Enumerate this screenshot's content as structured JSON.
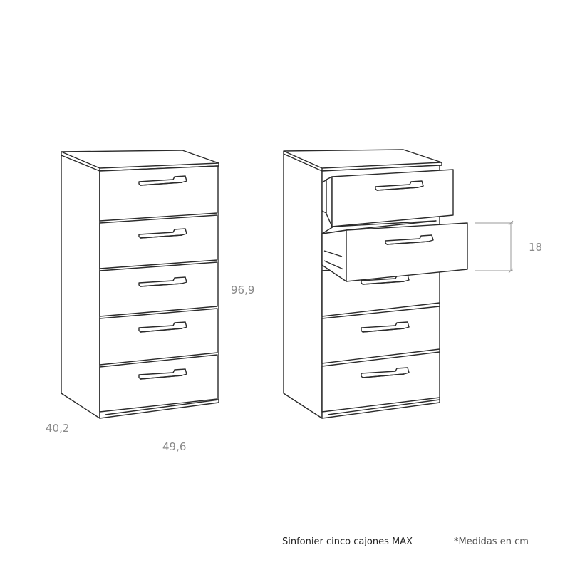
{
  "dimensions": {
    "height": "96,9",
    "width": "49,6",
    "depth": "40,2",
    "drawer_height": "18"
  },
  "caption": {
    "title": "Sinfonier cinco cajones MAX",
    "note": "*Medidas en cm"
  }
}
